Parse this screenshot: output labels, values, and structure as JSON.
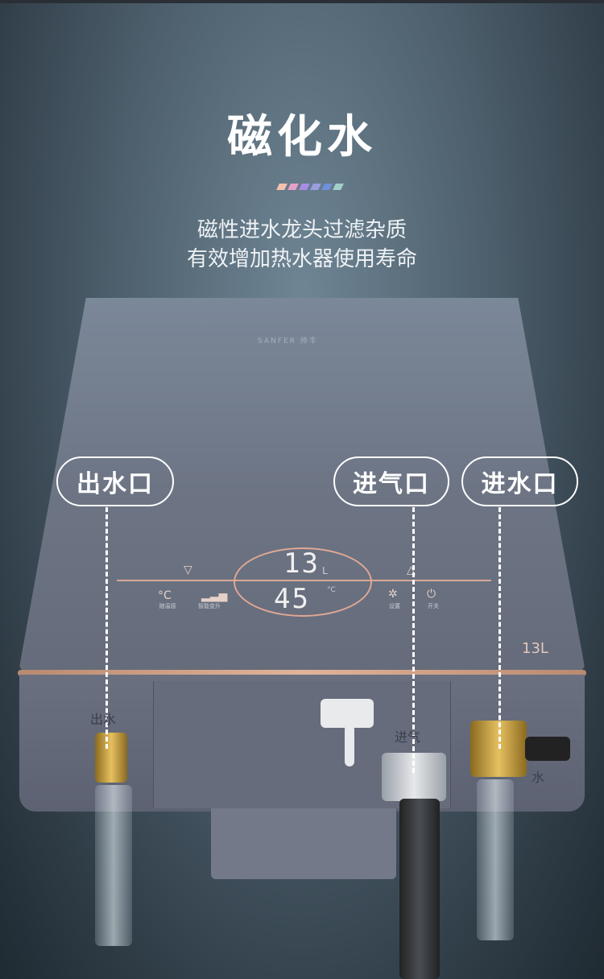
{
  "title": "磁化水",
  "accent_bars": [
    "#f5c0b0",
    "#e6a0c8",
    "#a88ce6",
    "#9a9ee0",
    "#7090d8",
    "#a0d0c8"
  ],
  "subtitle_lines": [
    "磁性进水龙头过滤杂质",
    "有效增加热水器使用寿命"
  ],
  "device": {
    "brand": "SANFER 帅丰",
    "flow": "13",
    "flow_unit": "L",
    "temp": "45",
    "temp_unit": "°C",
    "buttons": [
      {
        "label": "随温感",
        "icon": "temperature-icon"
      },
      {
        "label": "智能变升",
        "icon": "signal-bars-icon"
      },
      {
        "label": "设置",
        "icon": "gear-icon"
      },
      {
        "label": "开关",
        "icon": "power-icon"
      }
    ],
    "model_badge": "13L",
    "outlet_tag": "出水",
    "gas_tag": "进气",
    "inlet_tag": "水"
  },
  "callouts": [
    "出水口",
    "进气口",
    "进水口"
  ]
}
